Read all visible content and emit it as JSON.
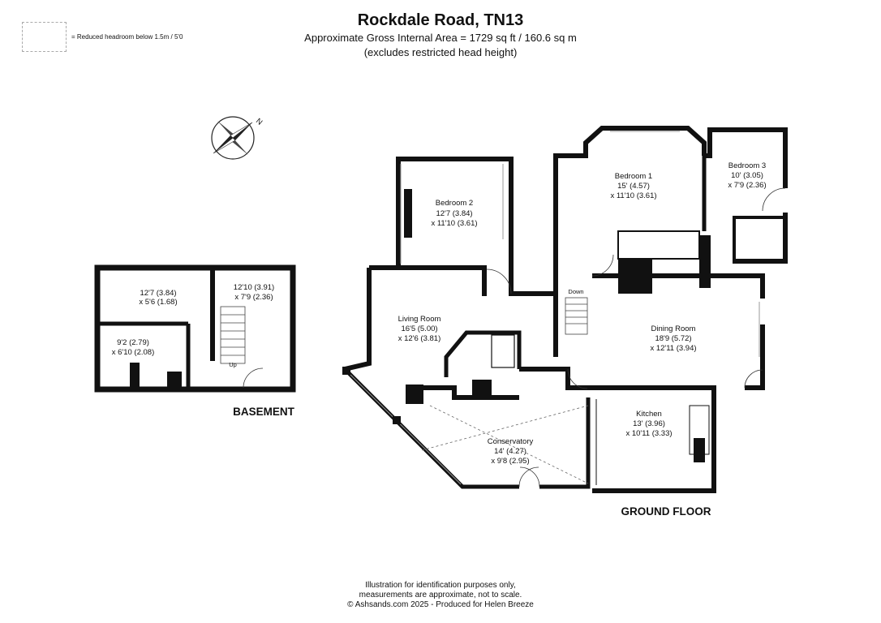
{
  "header": {
    "title": "Rockdale Road, TN13",
    "area": "Approximate Gross Internal Area = 1729 sq ft / 160.6 sq m",
    "note": "(excludes restricted head height)"
  },
  "legend": {
    "text": "= Reduced headroom below 1.5m / 5'0"
  },
  "compass": {
    "label": "N"
  },
  "floors": {
    "basement": "BASEMENT",
    "ground": "GROUND FLOOR"
  },
  "rooms": {
    "basement_room1": {
      "dim1": "12'7 (3.84)",
      "dim2": "x 5'6 (1.68)"
    },
    "basement_room2": {
      "dim1": "12'10 (3.91)",
      "dim2": "x 7'9 (2.36)"
    },
    "basement_room3": {
      "dim1": "9'2 (2.79)",
      "dim2": "x 6'10 (2.08)"
    },
    "bedroom2": {
      "name": "Bedroom 2",
      "dim1": "12'7 (3.84)",
      "dim2": "x 11'10 (3.61)"
    },
    "bedroom1": {
      "name": "Bedroom 1",
      "dim1": "15' (4.57)",
      "dim2": "x 11'10 (3.61)"
    },
    "bedroom3": {
      "name": "Bedroom 3",
      "dim1": "10' (3.05)",
      "dim2": "x 7'9 (2.36)"
    },
    "living": {
      "name": "Living Room",
      "dim1": "16'5 (5.00)",
      "dim2": "x 12'6 (3.81)"
    },
    "dining": {
      "name": "Dining Room",
      "dim1": "18'9 (5.72)",
      "dim2": "x 12'11 (3.94)"
    },
    "kitchen": {
      "name": "Kitchen",
      "dim1": "13' (3.96)",
      "dim2": "x 10'11 (3.33)"
    },
    "conservatory": {
      "name": "Conservatory",
      "dim1": "14' (4.27)",
      "dim2": "x 9'8 (2.95)"
    }
  },
  "stairs": {
    "up": "Up",
    "down": "Down"
  },
  "footer": {
    "line1": "Illustration for identification purposes only,",
    "line2": "measurements are approximate, not to scale.",
    "line3": "© Ashsands.com 2025 - Produced for Helen Breeze"
  }
}
